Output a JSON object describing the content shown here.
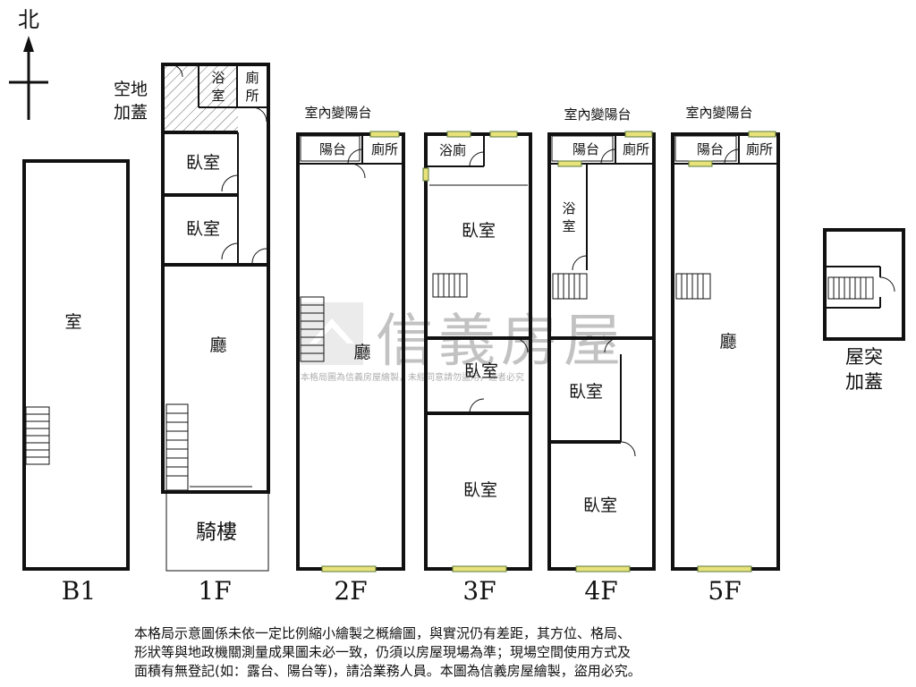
{
  "compass": {
    "label": "北"
  },
  "floors": {
    "b1": {
      "name": "B1",
      "rooms": {
        "room": "室"
      }
    },
    "f1": {
      "name": "1F",
      "rooms": {
        "vacant_line1": "空地",
        "vacant_line2": "加蓋",
        "bath": [
          "浴",
          "室"
        ],
        "toilet": [
          "廁",
          "所"
        ],
        "bedroom_a": "臥室",
        "bedroom_b": "臥室",
        "living": "廳",
        "arcade": "騎樓"
      }
    },
    "f2": {
      "name": "2F",
      "rooms": {
        "balcony_note": "室內變陽台",
        "balcony": "陽台",
        "toilet": "廁所",
        "living": "廳"
      }
    },
    "f3": {
      "name": "3F",
      "rooms": {
        "bath_toilet": "浴廁",
        "bedroom_a": "臥室",
        "bedroom_b": "臥室",
        "bedroom_c": "臥室"
      }
    },
    "f4": {
      "name": "4F",
      "rooms": {
        "balcony_note": "室內變陽台",
        "balcony": "陽台",
        "toilet": "廁所",
        "bath": [
          "浴",
          "室"
        ],
        "bedroom_a": "臥室",
        "bedroom_b": "臥室"
      }
    },
    "f5": {
      "name": "5F",
      "rooms": {
        "balcony_note": "室內變陽台",
        "balcony": "陽台",
        "toilet": "廁所",
        "living": "廳"
      }
    },
    "roof": {
      "label_line1": "屋突",
      "label_line2": "加蓋"
    }
  },
  "watermark": {
    "brand": "信義房屋",
    "line": "本格局圖為信義房屋繪製，未經同意請勿盜用，違者必究"
  },
  "disclaimer": [
    "本格局示意圖係未依一定比例縮小繪製之概繪圖，與實況仍有差距，其方位、格局、",
    "形狀等與地政機關測量成果圖未必一致，仍須以房屋現場為準；現場空間使用方式及",
    "面積有無登記(如：露台、陽台等)，請洽業務人員。本圖為信義房屋繪製，盜用必究。"
  ],
  "colors": {
    "wall": "#111111",
    "window": "#e8e27a",
    "watermark": "#9a9a9a"
  }
}
